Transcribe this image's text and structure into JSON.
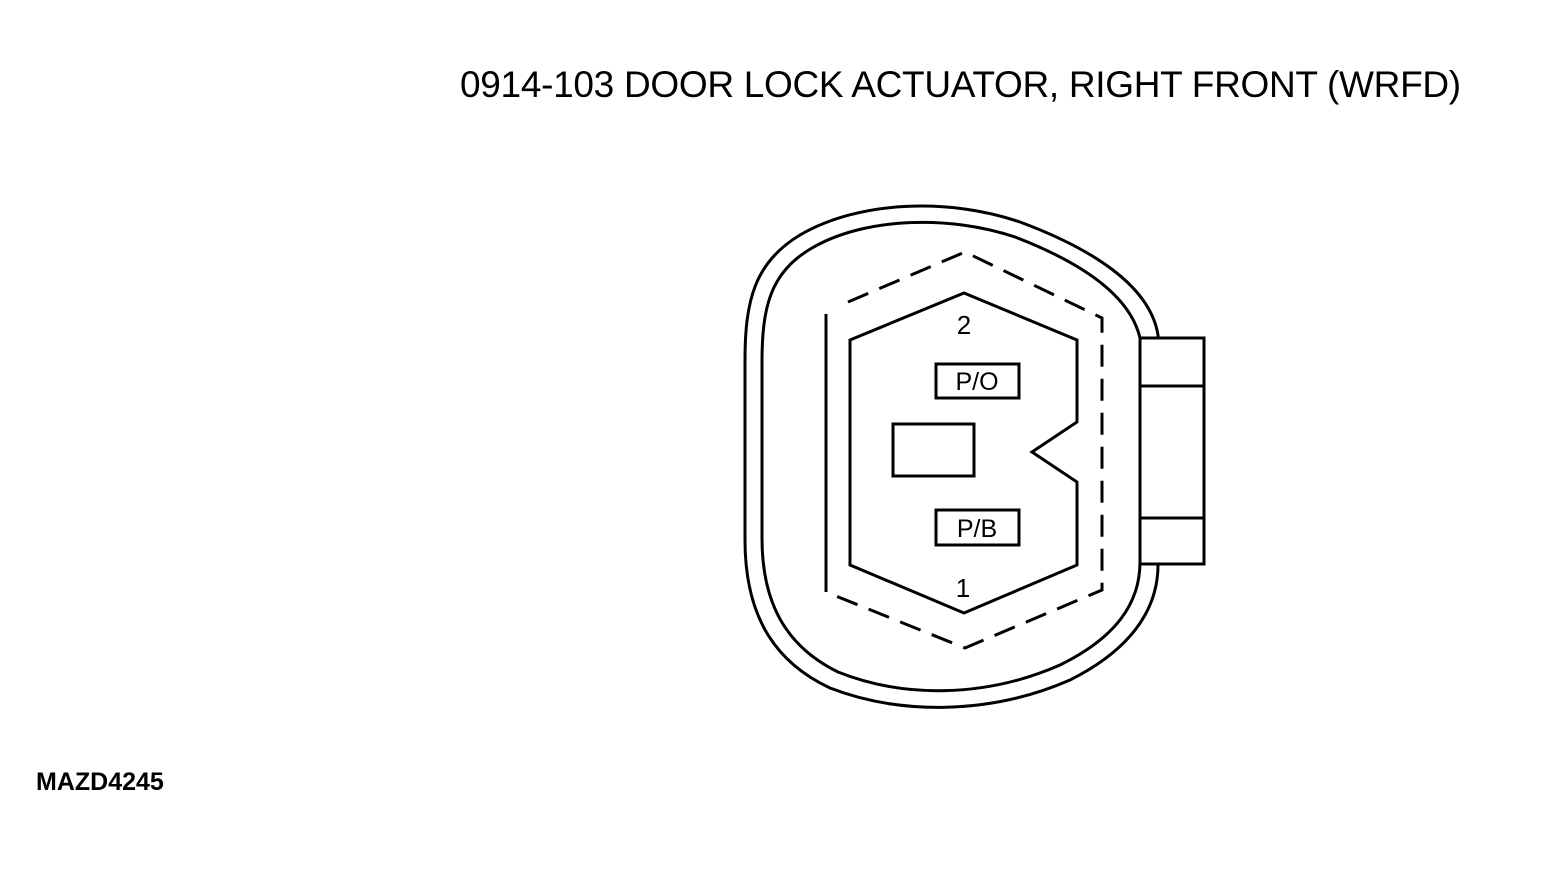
{
  "title": "0914-103 DOOR LOCK ACTUATOR, RIGHT FRONT (WRFD)",
  "figure_id": "MAZD4245",
  "connector": {
    "pins": [
      {
        "number": "2",
        "wire_color": "P/O"
      },
      {
        "number": "1",
        "wire_color": "P/B"
      }
    ]
  }
}
